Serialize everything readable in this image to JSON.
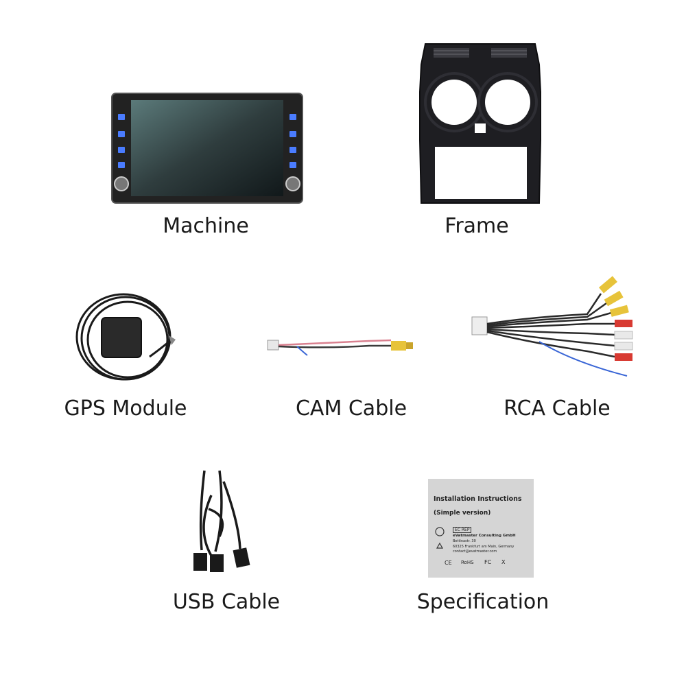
{
  "items": {
    "machine": {
      "label": "Machine"
    },
    "frame": {
      "label": "Frame"
    },
    "gps": {
      "label": "GPS Module"
    },
    "cam": {
      "label": "CAM Cable"
    },
    "rca": {
      "label": "RCA Cable"
    },
    "usb": {
      "label": "USB Cable"
    },
    "spec": {
      "label": "Specification"
    }
  },
  "spec_card": {
    "title": "Installation Instructions",
    "subtitle": "(Simple version)",
    "ec_rep": "EC REP",
    "company": "eVatmaster Consulting GmbH",
    "street": "Bettinastr. 30",
    "city": "60325 Frankfurt am Main, Germany",
    "email": "contact@evatmaster.com",
    "marks": [
      "CE",
      "RoHS",
      "FC",
      "X"
    ]
  }
}
